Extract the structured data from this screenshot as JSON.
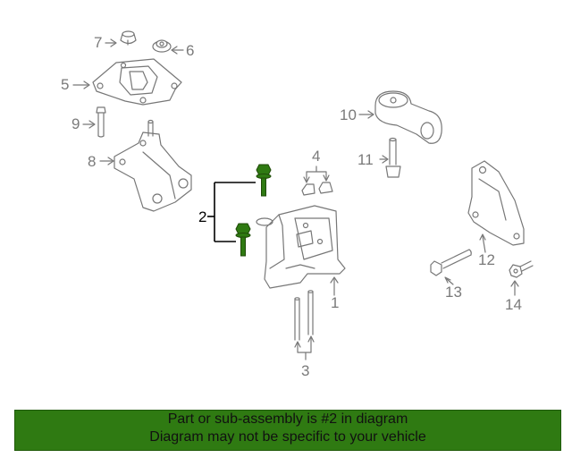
{
  "callouts": {
    "c1": "1",
    "c2": "2",
    "c3": "3",
    "c4": "4",
    "c5": "5",
    "c6": "6",
    "c7": "7",
    "c8": "8",
    "c9": "9",
    "c10": "10",
    "c11": "11",
    "c12": "12",
    "c13": "13",
    "c14": "14"
  },
  "highlighted_part": "2",
  "colors": {
    "line": "#777777",
    "highlight": "#2f7a12",
    "banner": "#2f7a12"
  },
  "banner": {
    "line1": "Part or sub-assembly is #2 in diagram",
    "line2": "Diagram may not be specific to your vehicle"
  }
}
